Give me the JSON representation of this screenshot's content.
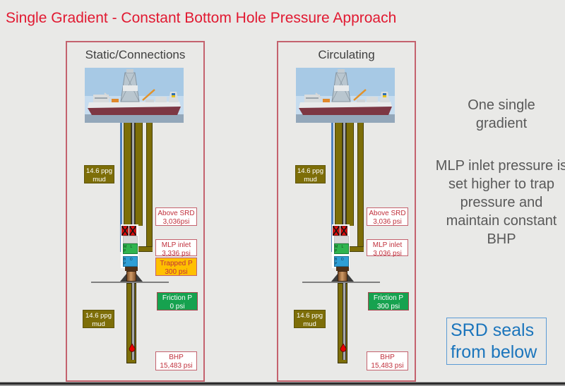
{
  "title": "Single Gradient - Constant Bottom Hole Pressure Approach",
  "colors": {
    "accent_red": "#e11931",
    "label_red": "#c0303c",
    "rose_border": "#c4626e",
    "olive_mud": "#7d6e08",
    "friction_green": "#16a24f",
    "trapped_amber": "#ffc000",
    "callout_blue": "#1b75bc"
  },
  "panels": [
    {
      "title": "Static/Connections",
      "mud_top": {
        "line1": "14.6 ppg",
        "line2": "mud"
      },
      "mud_bottom": {
        "line1": "14.6 ppg",
        "line2": "mud"
      },
      "above_srd": {
        "line1": "Above SRD",
        "line2": "3,036psi"
      },
      "mlp_inlet": {
        "line1": "MLP inlet",
        "line2": "3,336 psi"
      },
      "trapped": {
        "line1": "Trapped P",
        "line2": "300 psi"
      },
      "friction": {
        "line1": "Friction P",
        "line2": "0 psi"
      },
      "bhp": {
        "line1": "BHP",
        "line2": "15,483 psi"
      },
      "mlp_unit": "M L P",
      "bop_unit": "B O P"
    },
    {
      "title": "Circulating",
      "mud_top": {
        "line1": "14.6 ppg",
        "line2": "mud"
      },
      "mud_bottom": {
        "line1": "14.6 ppg",
        "line2": "mud"
      },
      "above_srd": {
        "line1": "Above SRD",
        "line2": "3,036 psi"
      },
      "mlp_inlet": {
        "line1": "MLP inlet",
        "line2": "3,036 psi"
      },
      "friction": {
        "line1": "Friction P",
        "line2": "300 psi"
      },
      "bhp": {
        "line1": "BHP",
        "line2": "15,483 psi"
      },
      "mlp_unit": "M L P",
      "bop_unit": "B O P"
    }
  ],
  "sidebar": {
    "note1": "One single gradient",
    "note2": "MLP inlet pressure is set higher to trap pressure and maintain constant BHP",
    "callout": "SRD seals from below"
  }
}
